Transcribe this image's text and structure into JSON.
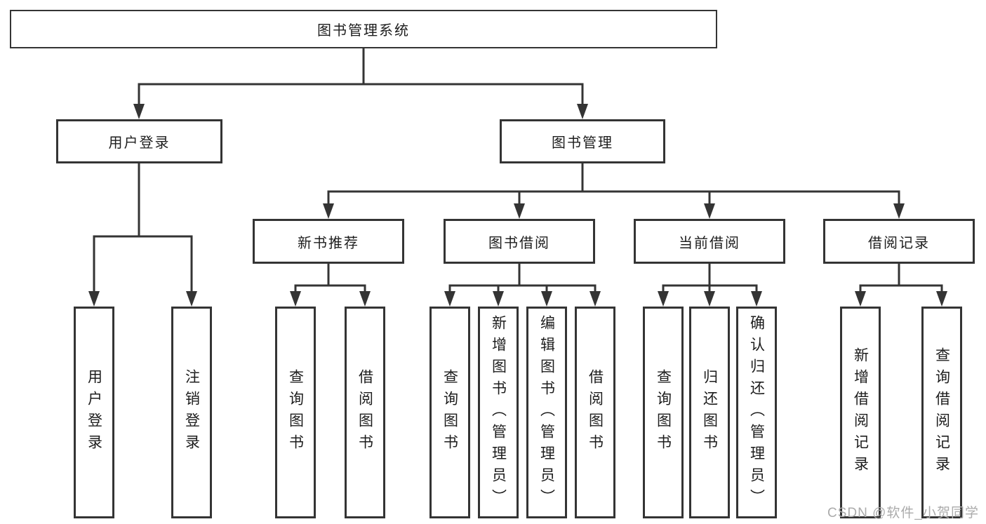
{
  "tree": {
    "root": {
      "label": "图书管理系统"
    },
    "branches": [
      {
        "label": "用户登录",
        "leaves": [
          {
            "label": "用户登录"
          },
          {
            "label": "注销登录"
          }
        ]
      },
      {
        "label": "图书管理",
        "groups": [
          {
            "label": "新书推荐",
            "leaves": [
              {
                "label": "查询图书"
              },
              {
                "label": "借阅图书"
              }
            ]
          },
          {
            "label": "图书借阅",
            "leaves": [
              {
                "label": "查询图书"
              },
              {
                "label": "新增图书（管理员）"
              },
              {
                "label": "编辑图书（管理员）"
              },
              {
                "label": "借阅图书"
              }
            ]
          },
          {
            "label": "当前借阅",
            "leaves": [
              {
                "label": "查询图书"
              },
              {
                "label": "归还图书"
              },
              {
                "label": "确认归还（管理员）"
              }
            ]
          },
          {
            "label": "借阅记录",
            "leaves": [
              {
                "label": "新增借阅记录"
              },
              {
                "label": "查询借阅记录"
              }
            ]
          }
        ]
      }
    ]
  },
  "watermark": {
    "text": "CSDN @软件_小贺同学"
  },
  "colors": {
    "background": "#ffffff",
    "line": "#343434",
    "box_border": "#343434",
    "text": "#1d1d1d",
    "watermark": "#ababab"
  }
}
